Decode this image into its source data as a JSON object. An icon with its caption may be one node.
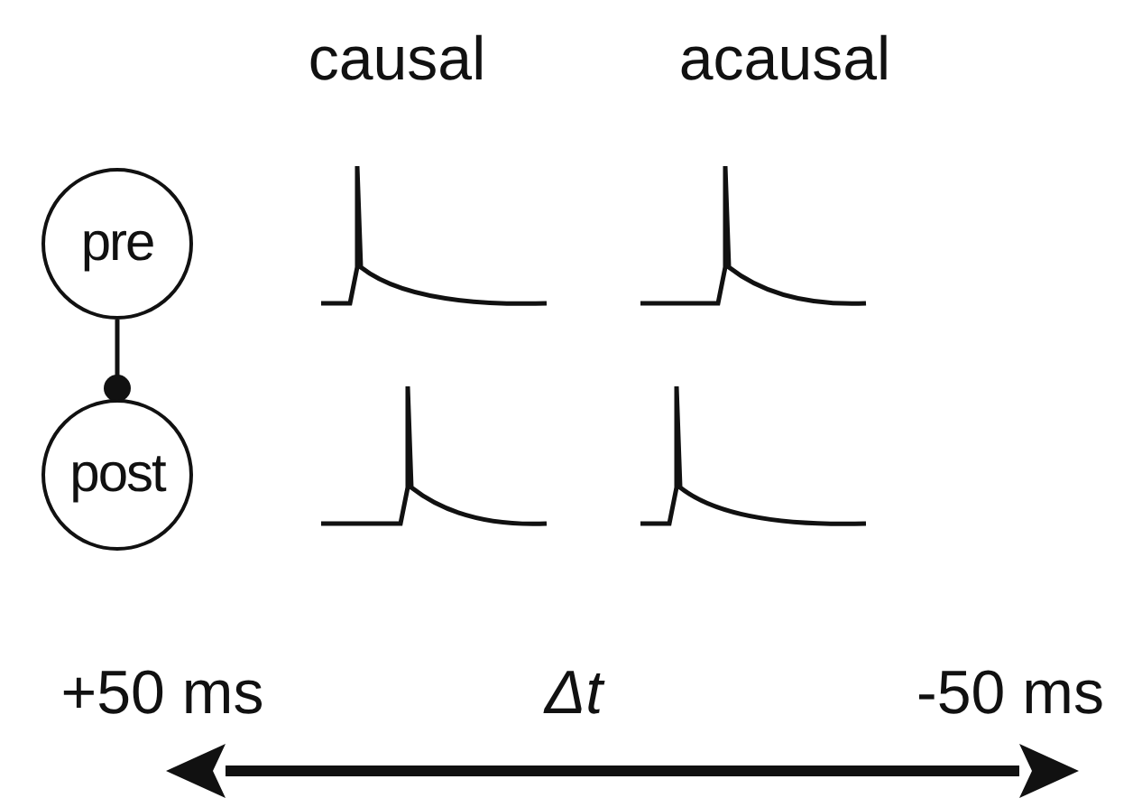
{
  "diagram": {
    "nodes": [
      {
        "text": [
          "pre"
        ]
      },
      {
        "text": [
          "post"
        ]
      }
    ],
    "edges": [
      {
        "from": 0,
        "to": 1,
        "arrow": "other"
      }
    ],
    "labels": [
      "causal",
      "acausal",
      "+50 ms",
      "Δt",
      "-50 ms"
    ]
  }
}
